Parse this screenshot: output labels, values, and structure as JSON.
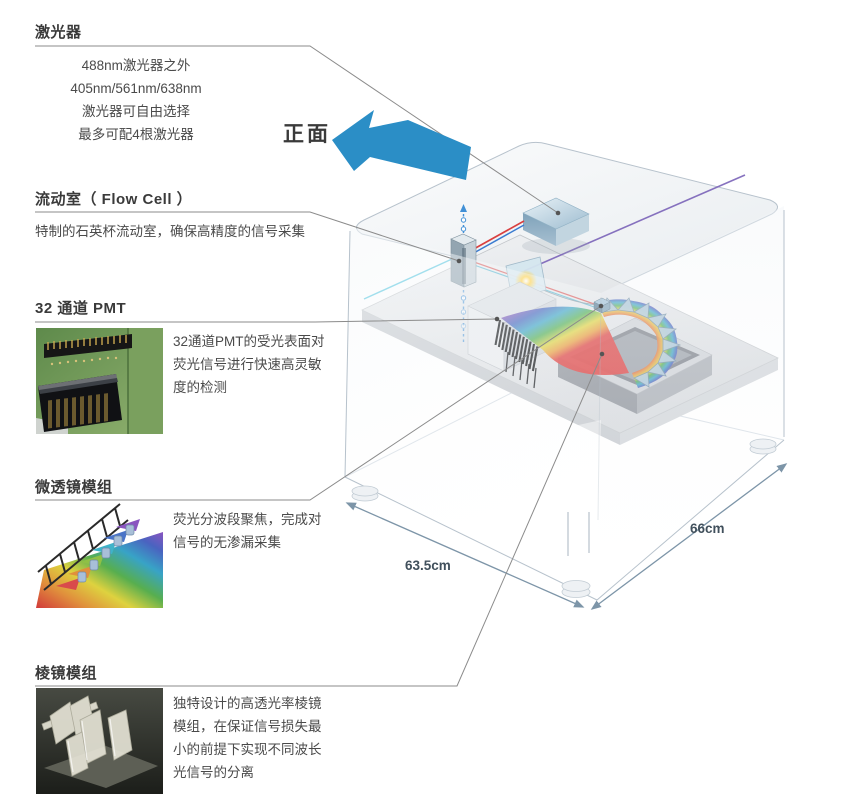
{
  "front_label": "正面",
  "dimensions": {
    "depth_label": "63.5cm",
    "side_label": "66cm"
  },
  "sections": {
    "laser": {
      "title": "激光器",
      "lines": [
        "488nm激光器之外",
        "405nm/561nm/638nm",
        "激光器可自由选择",
        "最多可配4根激光器"
      ]
    },
    "flow_cell": {
      "title": "流动室（ Flow Cell ）",
      "desc": "特制的石英杯流动室，确保高精度的信号采集"
    },
    "pmt": {
      "title": "32 通道 PMT",
      "desc": "32通道PMT的受光表面对荧光信号进行快速高灵敏度的检测"
    },
    "micro_lens": {
      "title": "微透镜模组",
      "desc": "荧光分波段聚焦，完成对信号的无渗漏采集"
    },
    "prism": {
      "title": "棱镜模组",
      "desc": "独特设计的高透光率棱镜模组，在保证信号损失最小的前提下实现不同波长光信号的分离"
    }
  },
  "colors": {
    "front_arrow": "#2b8ec6",
    "connector_line": "#8b8b8b",
    "dimension_line": "#7d95a8",
    "beam_red": "#d94040",
    "beam_blue": "#3a7bd0",
    "stream_blue": "#4190d6",
    "cable_purple": "#7a63b8"
  }
}
